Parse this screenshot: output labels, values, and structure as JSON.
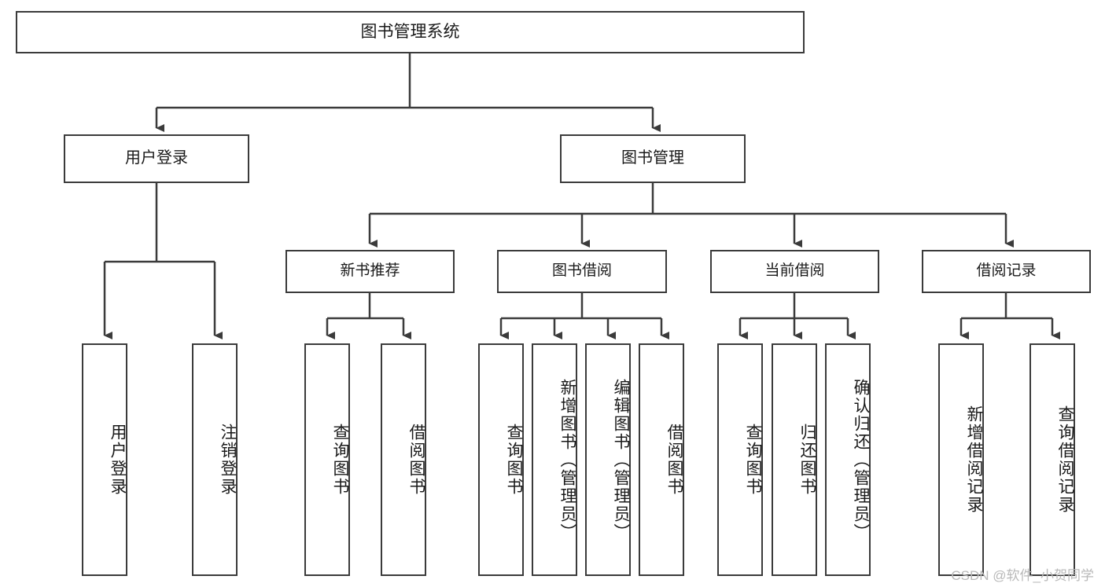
{
  "diagram": {
    "title": "图书管理系统",
    "type": "tree-hierarchy-chart",
    "root": {
      "label": "图书管理系统"
    },
    "level1": [
      {
        "label": "用户登录"
      },
      {
        "label": "图书管理"
      }
    ],
    "level2": [
      {
        "label": "新书推荐"
      },
      {
        "label": "图书借阅"
      },
      {
        "label": "当前借阅"
      },
      {
        "label": "借阅记录"
      }
    ],
    "leaves": {
      "user_login": [
        {
          "label": "用户登录"
        },
        {
          "label": "注销登录"
        }
      ],
      "new_book_recommend": [
        {
          "label": "查询图书"
        },
        {
          "label": "借阅图书"
        }
      ],
      "book_borrow": [
        {
          "label": "查询图书"
        },
        {
          "label": "新增图书（管理员）"
        },
        {
          "label": "编辑图书（管理员）"
        },
        {
          "label": "借阅图书"
        }
      ],
      "current_borrow": [
        {
          "label": "查询图书"
        },
        {
          "label": "归还图书"
        },
        {
          "label": "确认归还（管理员）"
        }
      ],
      "borrow_record": [
        {
          "label": "新增借阅记录"
        },
        {
          "label": "查询借阅记录"
        }
      ]
    }
  },
  "watermark": {
    "text": "CSDN @软件_小贺同学"
  },
  "colors": {
    "box_border": "#3b3b3b",
    "box_fill": "#ffffff",
    "edge": "#3b3b3b",
    "text": "#1a1a1a",
    "watermark": "#b9b9b9",
    "background": "#ffffff"
  }
}
